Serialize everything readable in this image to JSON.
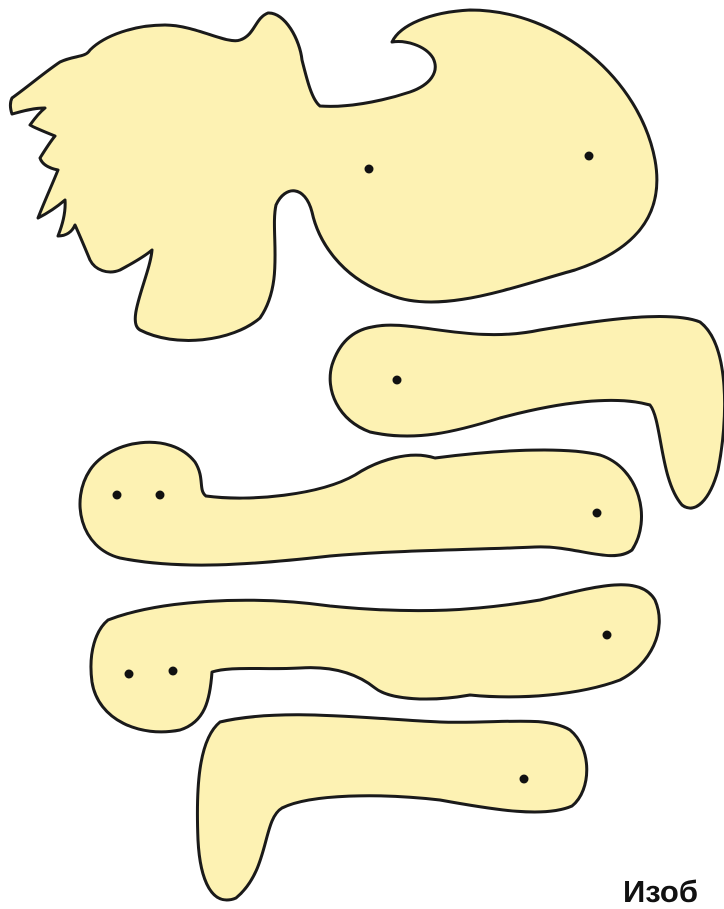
{
  "caption": "Изоб",
  "colors": {
    "piece_fill": "#fdf2b3",
    "outline": "#1a1a1a",
    "dot": "#111111",
    "background": "#ffffff"
  },
  "pieces": [
    {
      "name": "head-piece",
      "dot_count": 2
    },
    {
      "name": "long-piece-1",
      "dot_count": 1
    },
    {
      "name": "long-piece-2",
      "dot_count": 3
    },
    {
      "name": "long-piece-3",
      "dot_count": 3
    },
    {
      "name": "bottom-piece",
      "dot_count": 1
    }
  ]
}
